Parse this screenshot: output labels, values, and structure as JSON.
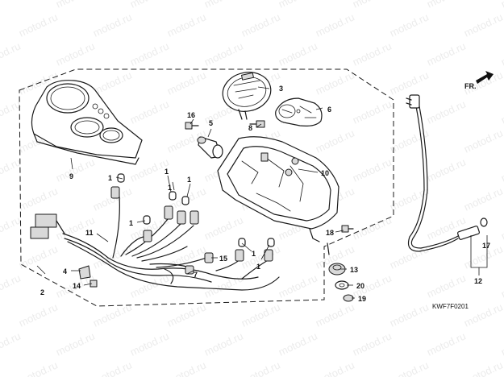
{
  "diagram": {
    "watermark_text": "motod.ru",
    "figure_code": "KWF7F0201",
    "direction_label": "FR.",
    "part_labels": {
      "p1": "1",
      "p2": "2",
      "p3": "3",
      "p4": "4",
      "p5": "5",
      "p6": "6",
      "p7": "7",
      "p8": "8",
      "p9": "9",
      "p10": "10",
      "p11": "11",
      "p12": "12",
      "p13": "13",
      "p14": "14",
      "p15": "15",
      "p16": "16",
      "p17": "17",
      "p18": "18",
      "p19": "19",
      "p20": "20"
    }
  }
}
